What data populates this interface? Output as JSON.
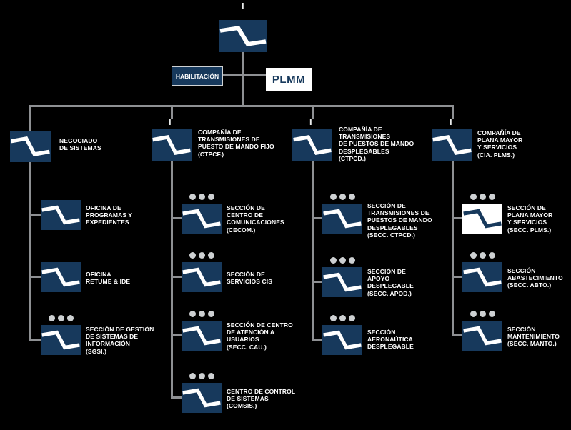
{
  "colors": {
    "navy": "#17395c",
    "line": "#8e9093",
    "dot": "#cdd0d2"
  },
  "nodes": {
    "top_tick": "I",
    "habilitacion": "HABILITACIÓN",
    "plmm": "PLMM"
  },
  "branches": [
    {
      "marker": "",
      "label": "NEGOCIADO\nDE SISTEMAS",
      "children": [
        {
          "label": "OFICINA DE\nPROGRAMAS Y\nEXPEDIENTES",
          "dots": false
        },
        {
          "label": "OFICINA\nRETUME & IDE",
          "dots": false
        },
        {
          "label": "SECCIÓN DE GESTIÓN\nDE SISTEMAS DE\nINFORMACIÓN\n(SGSI.)",
          "dots": true
        }
      ]
    },
    {
      "marker": "I",
      "label": "COMPAÑÍA DE\nTRANSMISIONES DE\nPUESTO DE MANDO FIJO\n(CTPCF.)",
      "children": [
        {
          "label": "SECCIÓN DE\nCENTRO DE\nCOMUNICACIONES\n(CECOM.)",
          "dots": true
        },
        {
          "label": "SECCIÓN DE\nSERVICIOS CIS",
          "dots": true
        },
        {
          "label": "SECCIÓN DE CENTRO\nDE ATENCIÓN A\nUSUARIOS\n(SECC. CAU.)",
          "dots": true
        },
        {
          "label": "CENTRO DE CONTROL\nDE SISTEMAS\n(COMSIS.)",
          "dots": true
        }
      ]
    },
    {
      "marker": "I",
      "label": "COMPAÑÍA DE\nTRANSMISIONES\nDE PUESTOS DE MANDO\nDESPLEGABLES\n(CTPCD.)",
      "children": [
        {
          "label": "SECCIÓN DE\nTRANSMISIONES DE\nPUESTOS DE MANDO\nDESPLEGABLES\n(SECC. CTPCD.)",
          "dots": true
        },
        {
          "label": "SECCIÓN DE\nAPOYO\nDESPLEGABLE\n(SECC. APOD.)",
          "dots": true
        },
        {
          "label": "SECCIÓN\nAERONAÚTICA\nDESPLEGABLE",
          "dots": true
        }
      ]
    },
    {
      "marker": "I",
      "label": "COMPAÑÍA DE\nPLANA MAYOR\nY SERVICIOS\n(CIA. PLMS.)",
      "children": [
        {
          "label": "SECCIÓN DE\nPLANA MAYOR\nY SERVICIOS\n(SECC. PLMS.)",
          "dots": true
        },
        {
          "label": "SECCIÓN\nABASTECIMIENTO\n(SECC. ABTO.)",
          "dots": true
        },
        {
          "label": "SECCIÓN\nMANTENIMIENTO\n(SECC. MANTO.)",
          "dots": true
        }
      ]
    }
  ]
}
